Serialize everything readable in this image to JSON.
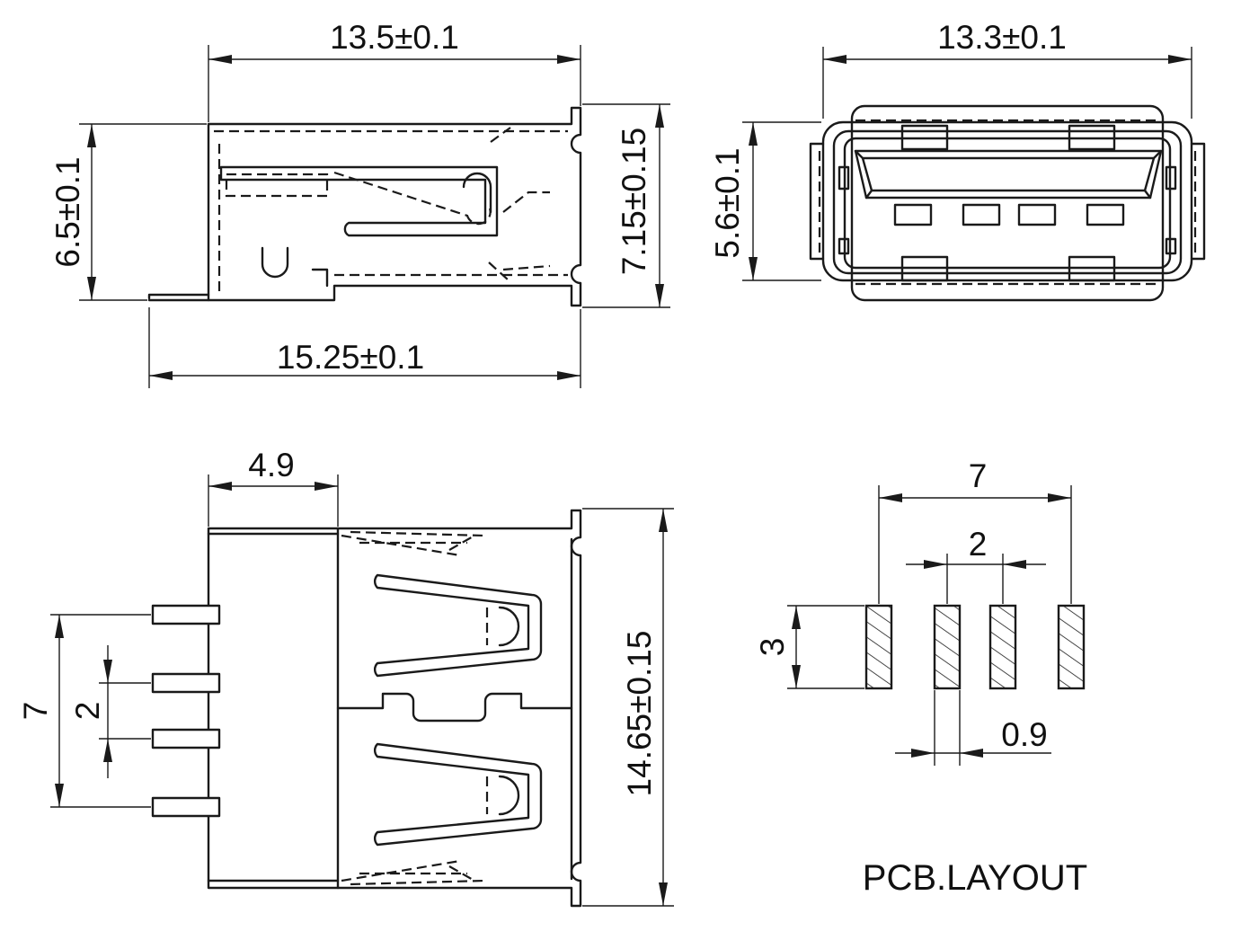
{
  "side_view": {
    "width_top": "13.5±0.1",
    "height_left": "6.5±0.1",
    "height_right": "7.15±0.15",
    "width_bottom": "15.25±0.1"
  },
  "front_view": {
    "width_top": "13.3±0.1",
    "height_left": "5.6±0.1"
  },
  "top_view": {
    "pin_offset": "4.9",
    "outer_pitch": "7",
    "inner_pitch": "2",
    "length": "14.65±0.15"
  },
  "pcb_layout": {
    "title": "PCB.LAYOUT",
    "outer_pitch": "7",
    "inner_pitch": "2",
    "pad_length": "3",
    "pad_width": "0.9"
  }
}
